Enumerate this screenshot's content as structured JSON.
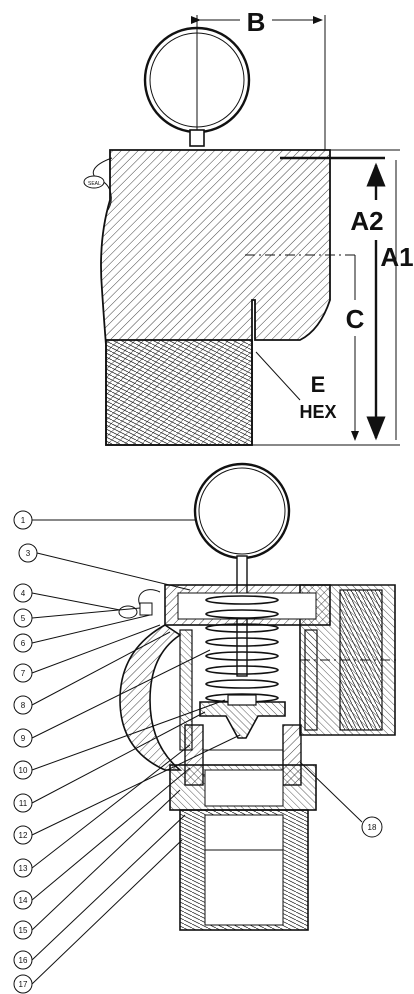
{
  "dimensions": {
    "b": "B",
    "a2": "A2",
    "a1": "A1",
    "c": "C",
    "e": "E",
    "hex": "HEX"
  },
  "callouts": [
    "1",
    "3",
    "4",
    "5",
    "6",
    "7",
    "8",
    "9",
    "10",
    "11",
    "12",
    "13",
    "14",
    "15",
    "16",
    "17",
    "18"
  ],
  "colors": {
    "ink": "#111111",
    "paper": "#ffffff"
  }
}
